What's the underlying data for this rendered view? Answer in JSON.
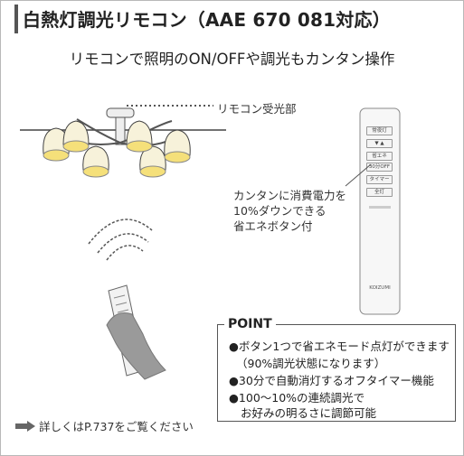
{
  "header": {
    "title": "白熱灯調光リモコン（AAE 670 081対応）"
  },
  "subtitle": "リモコンで照明のON/OFFや調光もカンタン操作",
  "callouts": {
    "receiver": "リモコン受光部",
    "eco_lines": [
      "カンタンに消費電力を",
      "10%ダウンできる",
      "省エネボタン付"
    ]
  },
  "remote": {
    "buttons": [
      "常夜灯",
      "▼ ▲",
      "省エネ",
      "30分OFF",
      "タイマー",
      "全灯"
    ],
    "brand": "KOIZUMI"
  },
  "point": {
    "title": "POINT",
    "lines": [
      "●ボタン1つで省エネモード点灯ができます",
      "（90%調光状態になります）",
      "●30分で自動消灯するオフタイマー機能",
      "●100〜10%の連続調光で",
      "お好みの明るさに調節可能"
    ]
  },
  "reference": {
    "text": "詳しくはP.737をご覧ください"
  },
  "colors": {
    "title_bar": "#555555",
    "lamp_yellow": "#f5e6a0",
    "border": "#b8b8b8"
  }
}
